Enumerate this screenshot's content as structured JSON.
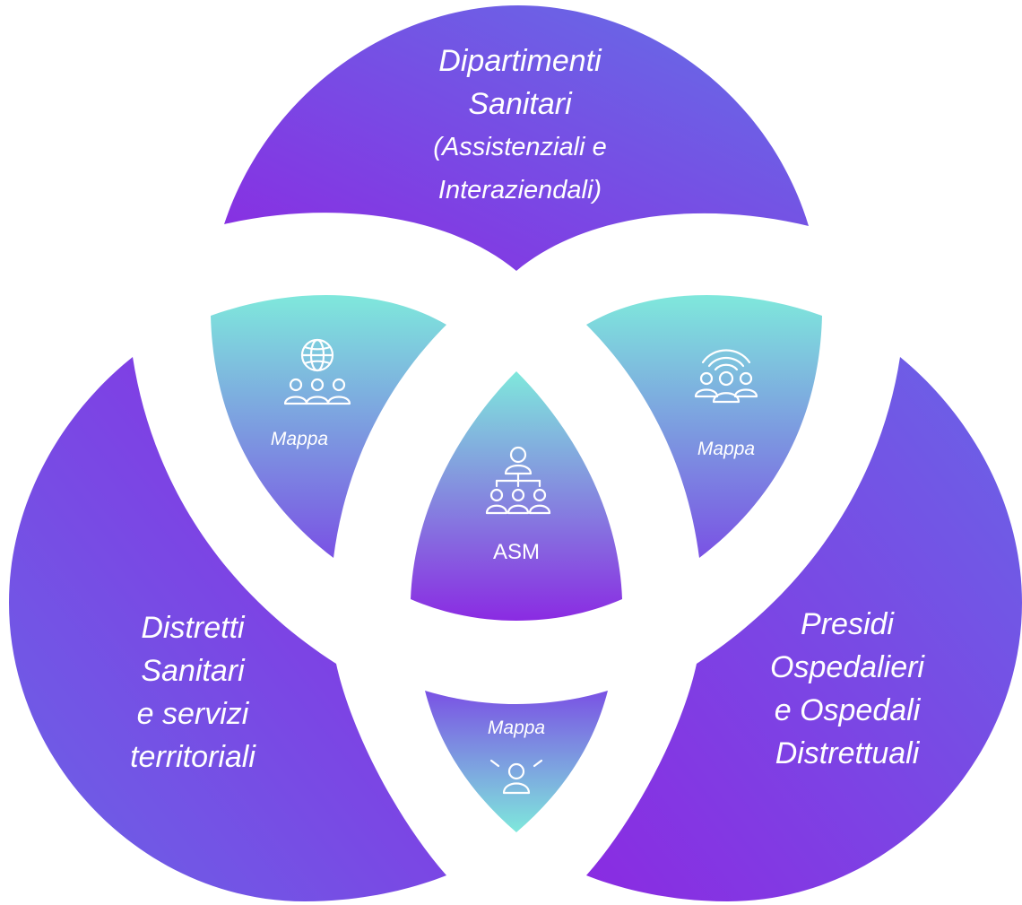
{
  "diagram": {
    "top_segment": {
      "lines": [
        "Dipartimenti",
        "Sanitari",
        "(Assistenziali e",
        "Interaziendali)"
      ]
    },
    "left_segment": {
      "lines": [
        "Distretti",
        "Sanitari",
        "e servizi",
        "territoriali"
      ]
    },
    "right_segment": {
      "lines": [
        "Presidi",
        "Ospedalieri",
        "e Ospedali",
        "Distrettuali"
      ]
    },
    "center": {
      "label": "ASM",
      "icon": "org-chart-icon"
    },
    "lens_top_left": {
      "label": "Mappa",
      "icon": "global-group-icon"
    },
    "lens_top_right": {
      "label": "Mappa",
      "icon": "wireless-group-icon"
    },
    "lens_bottom": {
      "label": "Mappa",
      "icon": "person-alert-icon"
    }
  },
  "colors": {
    "purple_dark": "#8a2be2",
    "purple_light": "#6a5ee8",
    "teal": "#7fe8dc",
    "background": "#ffffff"
  }
}
